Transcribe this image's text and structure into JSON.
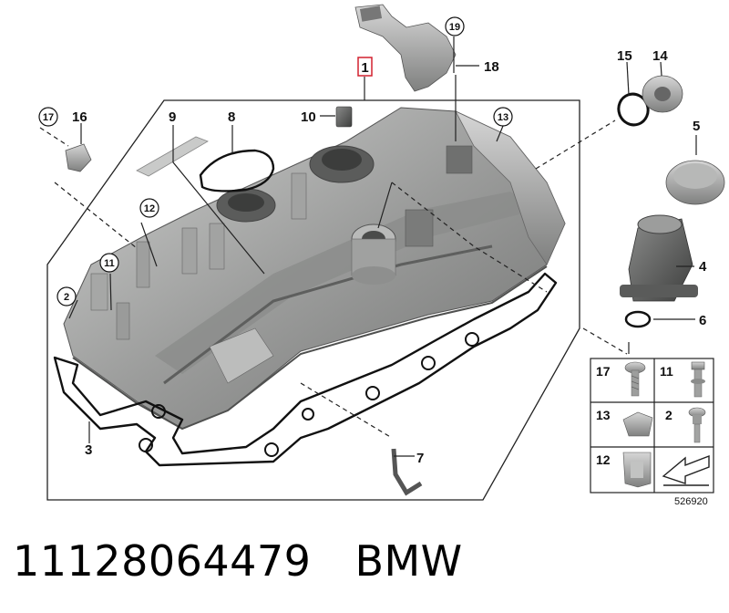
{
  "diagram": {
    "main_label": "1",
    "callouts": {
      "c2": "2",
      "c3": "3",
      "c4": "4",
      "c5": "5",
      "c6": "6",
      "c7": "7",
      "c8": "8",
      "c9": "9",
      "c10": "10",
      "c11": "11",
      "c12": "12",
      "c13": "13",
      "c14": "14",
      "c15": "15",
      "c16": "16",
      "c17": "17",
      "c18": "18",
      "c19": "19"
    },
    "legend": [
      "17",
      "11",
      "13",
      "2",
      "12"
    ],
    "image_code": "526920"
  },
  "caption": {
    "part_number": "11128064479",
    "brand": "BMW"
  },
  "colors": {
    "line": "#222222",
    "part_fill": "#a9aaa9",
    "part_dark": "#6c6d6c",
    "highlight_box": "#d2202f"
  },
  "icons": [
    "screw-icon",
    "bolt-icon",
    "clip-icon",
    "stud-bolt-icon",
    "bracket-clip-icon",
    "arrow-icon"
  ]
}
